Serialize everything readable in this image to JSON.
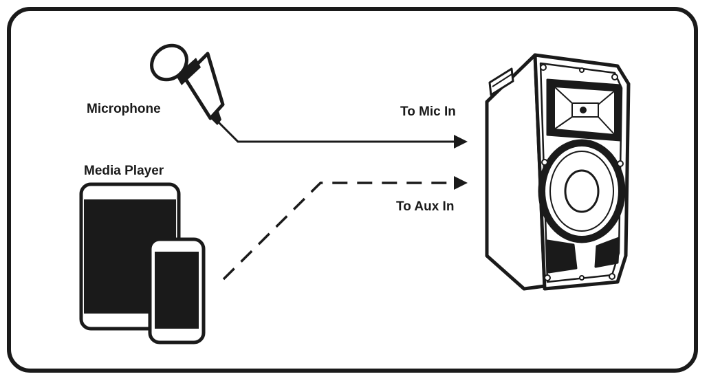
{
  "labels": {
    "microphone": "Microphone",
    "media_player": "Media Player",
    "to_mic_in": "To Mic In",
    "to_aux_in": "To Aux In"
  },
  "colors": {
    "ink": "#1a1a1a",
    "background": "#ffffff"
  },
  "icons": [
    "microphone-icon",
    "tablet-icon",
    "phone-icon",
    "speaker-icon"
  ]
}
